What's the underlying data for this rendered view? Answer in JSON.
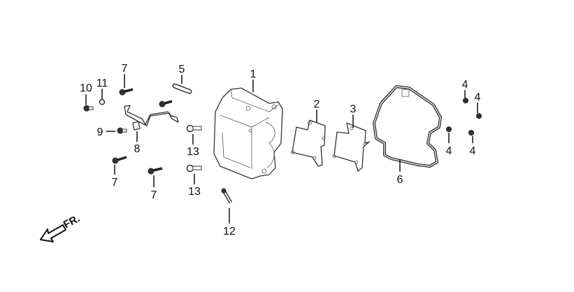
{
  "diagram": {
    "labels": {
      "p1": "1",
      "p2": "2",
      "p3": "3",
      "p4a": "4",
      "p4b": "4",
      "p4c": "4",
      "p4d": "4",
      "p5": "5",
      "p6": "6",
      "p7a": "7",
      "p7b": "7",
      "p7c": "7",
      "p8": "8",
      "p9": "9",
      "p10": "10",
      "p11": "11",
      "p12": "12",
      "p13a": "13",
      "p13b": "13"
    },
    "front_marker": "FR."
  }
}
